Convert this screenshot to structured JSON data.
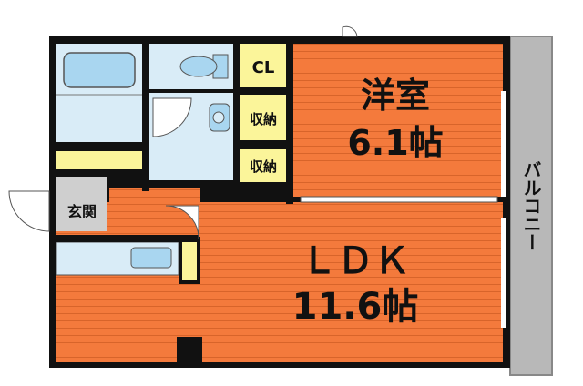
{
  "rooms": {
    "western": {
      "name": "洋室",
      "size": "6.1帖"
    },
    "ldk": {
      "name": "ＬＤＫ",
      "size": "11.6帖"
    },
    "closet": {
      "name": "CL"
    },
    "storage_upper": {
      "name": "収納"
    },
    "storage_lower": {
      "name": "収納"
    },
    "entrance": {
      "name": "玄関"
    },
    "balcony": {
      "name": "バルコニー"
    }
  },
  "colors": {
    "floor_orange": "#f47a3c",
    "floor_line": "#d8642a",
    "tile_blue": "#d9ecf7",
    "closet_yellow": "#fbf59a",
    "entrance_gray": "#cfcfcf",
    "balcony_gray": "#b8b8b8",
    "wall": "#111111"
  }
}
